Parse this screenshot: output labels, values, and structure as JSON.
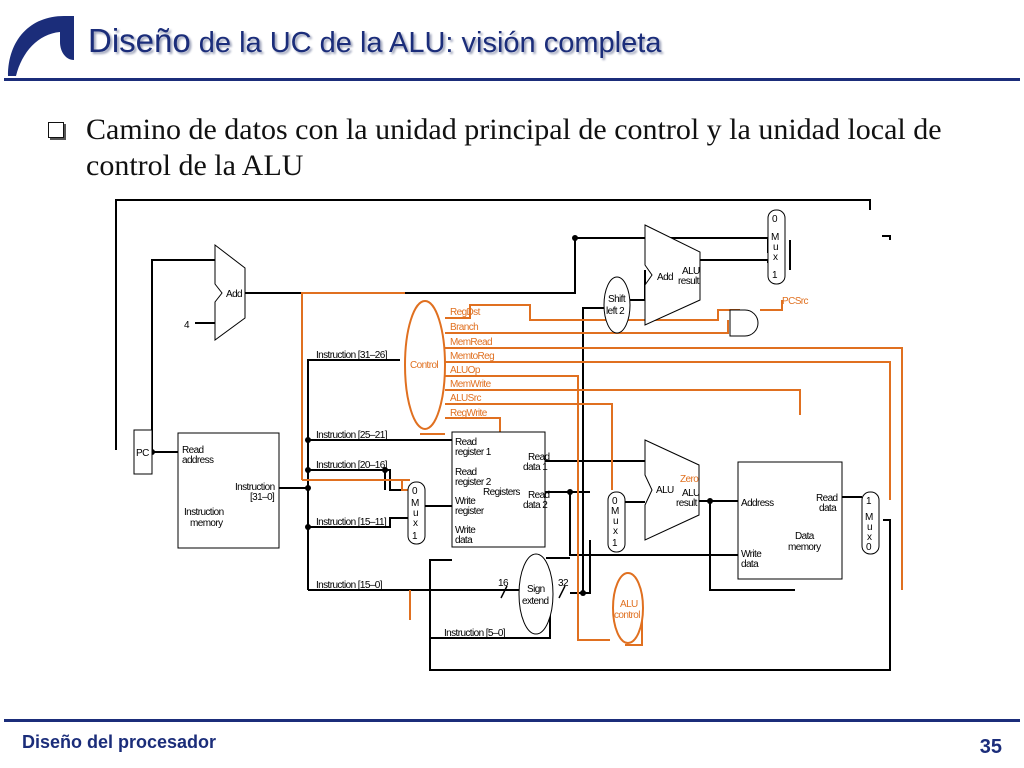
{
  "header": {
    "title_main": "Diseño",
    "title_rest": " de la UC de la ALU: visión completa"
  },
  "bullet": {
    "text": "Camino de datos con la unidad principal de control y la unidad local de control de la ALU"
  },
  "diagram": {
    "blocks": {
      "pc": "PC",
      "add_pc": "Add",
      "const_four": "4",
      "instr_mem_read_address": [
        "Read",
        "address"
      ],
      "instr_mem_output": [
        "Instruction",
        "[31–0]"
      ],
      "instr_mem_name": [
        "Instruction",
        "memory"
      ],
      "control": "Control",
      "registers_read1": [
        "Read",
        "register 1"
      ],
      "registers_read2": [
        "Read",
        "register 2"
      ],
      "registers_write_reg": [
        "Write",
        "register"
      ],
      "registers_write_data": [
        "Write",
        "data"
      ],
      "registers_out1": [
        "Read",
        "data 1"
      ],
      "registers_out2": [
        "Read",
        "data 2"
      ],
      "registers_name": "Registers",
      "shift_left2": [
        "Shift",
        "left 2"
      ],
      "add_branch": "Add",
      "add_branch_result": [
        "ALU",
        "result"
      ],
      "alu": "ALU",
      "alu_zero": "Zero",
      "alu_result": [
        "ALU",
        "result"
      ],
      "alu_control": [
        "ALU",
        "control"
      ],
      "sign_extend": [
        "Sign",
        "extend"
      ],
      "sign_in_bits": "16",
      "sign_out_bits": "32",
      "data_mem_address": "Address",
      "data_mem_write_data": [
        "Write",
        "data"
      ],
      "data_mem_read_data": [
        "Read",
        "data"
      ],
      "data_mem_name": [
        "Data",
        "memory"
      ],
      "pcsrc": "PCSrc"
    },
    "mux_top": [
      "0",
      "M",
      "u",
      "x",
      "1"
    ],
    "mux_reg": [
      "0",
      "M",
      "u",
      "x",
      "1"
    ],
    "mux_alu": [
      "0",
      "M",
      "u",
      "x",
      "1"
    ],
    "mux_wb": [
      "1",
      "M",
      "u",
      "x",
      "0"
    ],
    "instruction_fields": [
      "Instruction [31–26]",
      "Instruction [25–21]",
      "Instruction [20–16]",
      "Instruction [15–11]",
      "Instruction [15–0]",
      "Instruction [5–0]"
    ],
    "control_signals": [
      "RegDst",
      "Branch",
      "MemRead",
      "MemtoReg",
      "ALUOp",
      "MemWrite",
      "ALUSrc",
      "RegWrite"
    ],
    "colors": {
      "control_lines": "#e07020",
      "datapath_lines": "#000000",
      "title": "#1b2d7a"
    }
  },
  "footer": {
    "left": "Diseño del procesador",
    "page": "35"
  }
}
